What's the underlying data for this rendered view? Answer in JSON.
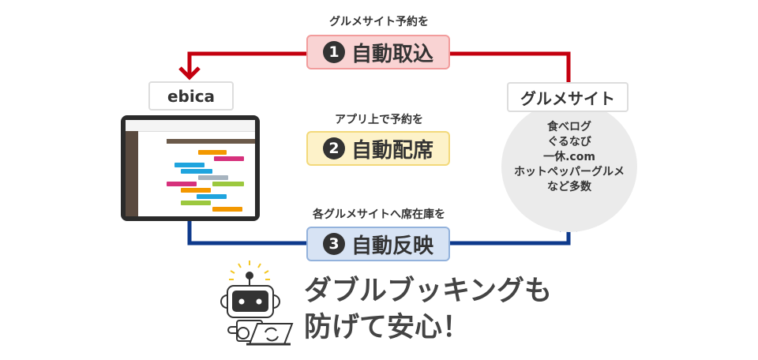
{
  "steps": [
    {
      "caption": "グルメサイト予約を",
      "number": "1",
      "label": "自動取込",
      "fill": "#f9d3d3",
      "border": "#f29c9c"
    },
    {
      "caption": "アプリ上で予約を",
      "number": "2",
      "label": "自動配席",
      "fill": "#fdf2c9",
      "border": "#f3d97a"
    },
    {
      "caption": "各グルメサイトへ席在庫を",
      "number": "3",
      "label": "自動反映",
      "fill": "#d7e3f4",
      "border": "#93b2dc"
    }
  ],
  "ebica": {
    "label": "ebica"
  },
  "gourmet": {
    "label": "グルメサイト",
    "sites": [
      "食べログ",
      "ぐるなび",
      "一休.com",
      "ホットペッパーグルメ",
      "など多数"
    ]
  },
  "headline": {
    "line1": "ダブルブッキングも",
    "line2": "防げて安心！"
  },
  "colors": {
    "red_arrow": "#c4000f",
    "blue_arrow": "#0e3a8c"
  }
}
